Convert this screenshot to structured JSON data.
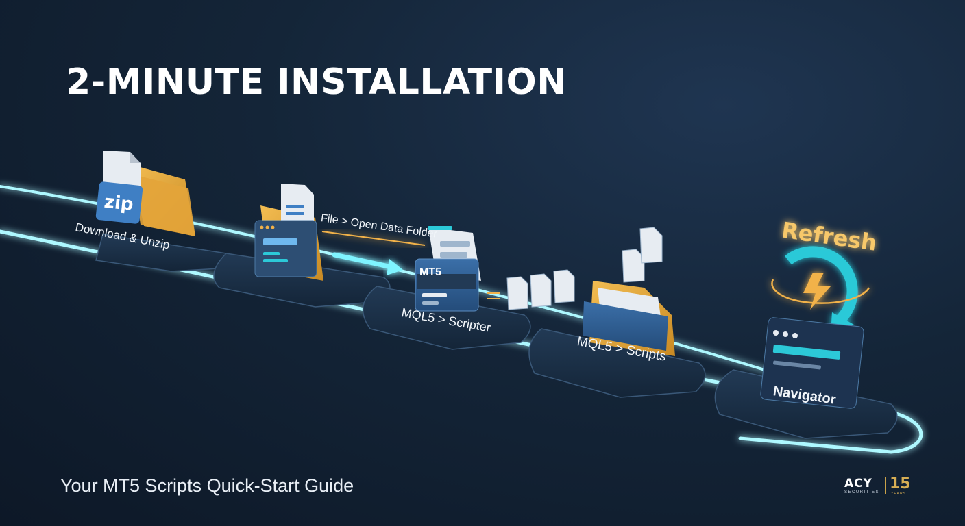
{
  "title": "2-MINUTE INSTALLATION",
  "subtitle": "Your MT5 Scripts Quick-Start Guide",
  "steps": [
    {
      "label": "Download & Unzip",
      "icon": "zip-folder-icon",
      "badge": "zip"
    },
    {
      "label": "File > Open Data Folder",
      "icon": "data-folder-icon"
    },
    {
      "label": "MQL5 > Scripter",
      "icon": "mt5-window-icon",
      "badge": "MT5"
    },
    {
      "label": "MQL5 > Scripts",
      "icon": "scripts-folder-icon"
    },
    {
      "label": "Navigator",
      "icon": "navigator-window-icon",
      "action": "Refresh"
    }
  ],
  "logo": {
    "brand": "ACY",
    "sub": "SECURITIES",
    "years": "15",
    "years_label": "YEARS"
  },
  "colors": {
    "glow": "#7ff4ff",
    "accent_cyan": "#2cc9d8",
    "folder": "#e6a93a",
    "refresh": "#f2b24a",
    "badge_blue": "#3f7fc4"
  }
}
